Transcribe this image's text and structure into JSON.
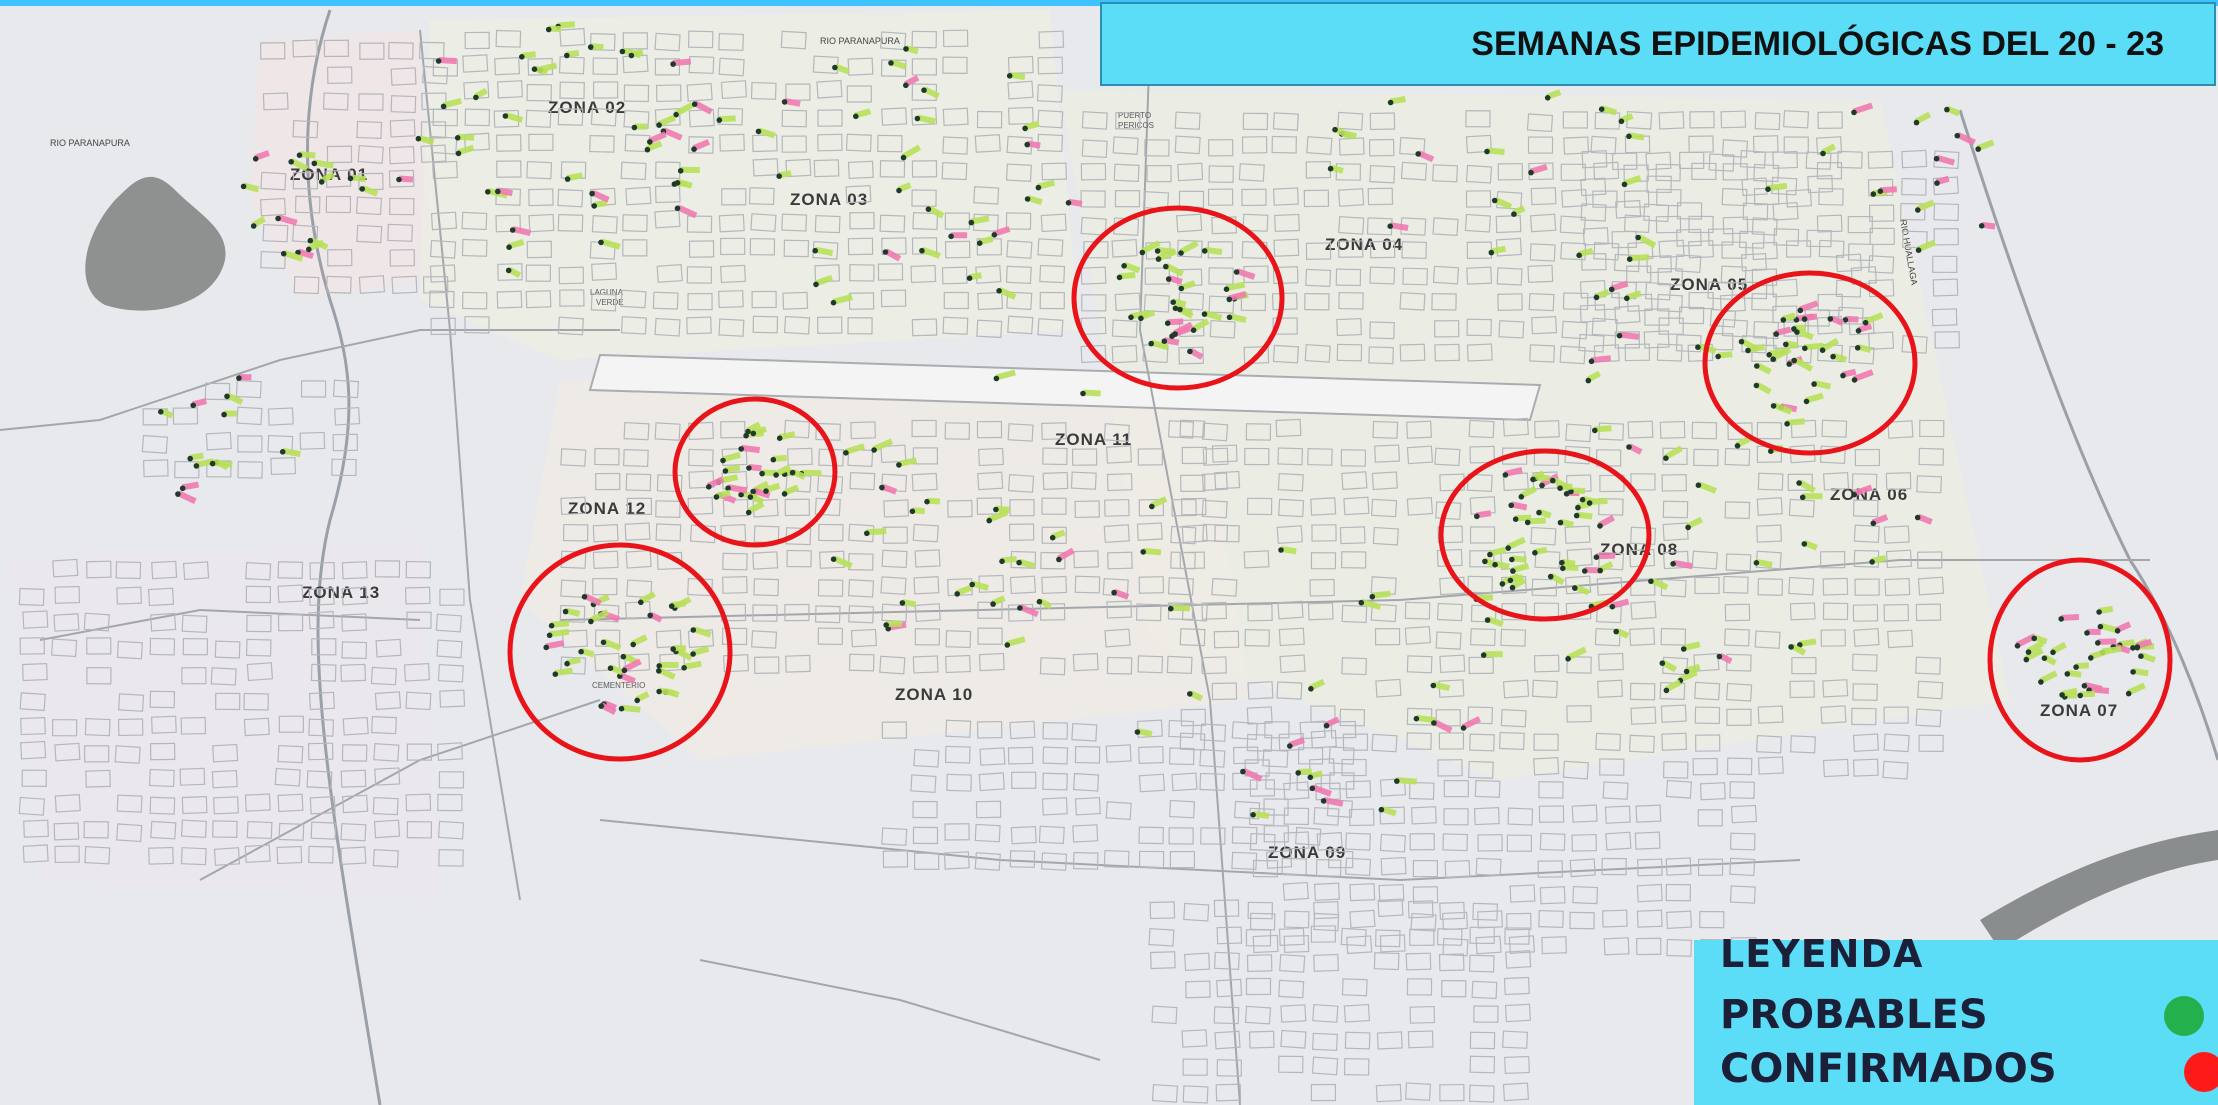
{
  "title": "SEMANAS EPIDEMIOLÓGICAS DEL 20 - 23",
  "legend": {
    "title": "LEYENDA",
    "items": [
      {
        "label": "PROBABLES",
        "color": "#22b14c"
      },
      {
        "label": "CONFIRMADOS",
        "color": "#ff1a1a"
      }
    ]
  },
  "map": {
    "zones": [
      "ZONA 01",
      "ZONA 02",
      "ZONA 03",
      "ZONA 04",
      "ZONA 05",
      "ZONA 06",
      "ZONA 07",
      "ZONA 08",
      "ZONA 09",
      "ZONA 10",
      "ZONA 11",
      "ZONA 12",
      "ZONA 13"
    ],
    "rivers": [
      "RIO PARANAPURA",
      "RIO HUALLAGA"
    ],
    "place_labels": [
      "PUERTO PERICOS",
      "LAGUNA VERDE",
      "CEMENTERIO",
      "ZONA 09"
    ],
    "colors": {
      "hotspot_circle": "#e8141a",
      "pin_probable": "#b8e05a",
      "pin_confirmed": "#f07ab0",
      "map_paper": "#ecedf0"
    }
  }
}
